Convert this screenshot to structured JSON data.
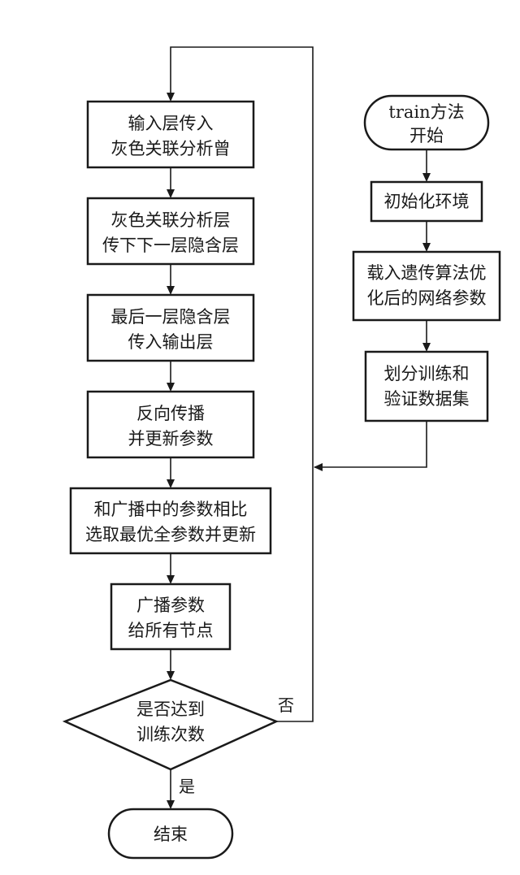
{
  "flowchart": {
    "nodes": {
      "input_layer": {
        "lines": [
          "输入层传入",
          "灰色关联分析曾"
        ]
      },
      "grey_layer": {
        "lines": [
          "灰色关联分析层",
          "传下下一层隐含层"
        ]
      },
      "last_hidden": {
        "lines": [
          "最后一层隐含层",
          "传入输出层"
        ]
      },
      "backprop": {
        "lines": [
          "反向传播",
          "并更新参数"
        ]
      },
      "compare": {
        "lines": [
          "和广播中的参数相比",
          "选取最优全参数并更新"
        ]
      },
      "broadcast": {
        "lines": [
          "广播参数",
          "给所有节点"
        ]
      },
      "decision": {
        "lines": [
          "是否达到",
          "训练次数"
        ]
      },
      "end": {
        "lines": [
          "结束"
        ]
      },
      "train_start": {
        "lines": [
          "train方法",
          "开始"
        ]
      },
      "init_env": {
        "lines": [
          "初始化环境"
        ]
      },
      "load_params": {
        "lines": [
          "载入遗传算法优",
          "化后的网络参数"
        ]
      },
      "split_data": {
        "lines": [
          "划分训练和",
          "验证数据集"
        ]
      }
    },
    "edge_labels": {
      "no": "否",
      "yes": "是"
    }
  }
}
